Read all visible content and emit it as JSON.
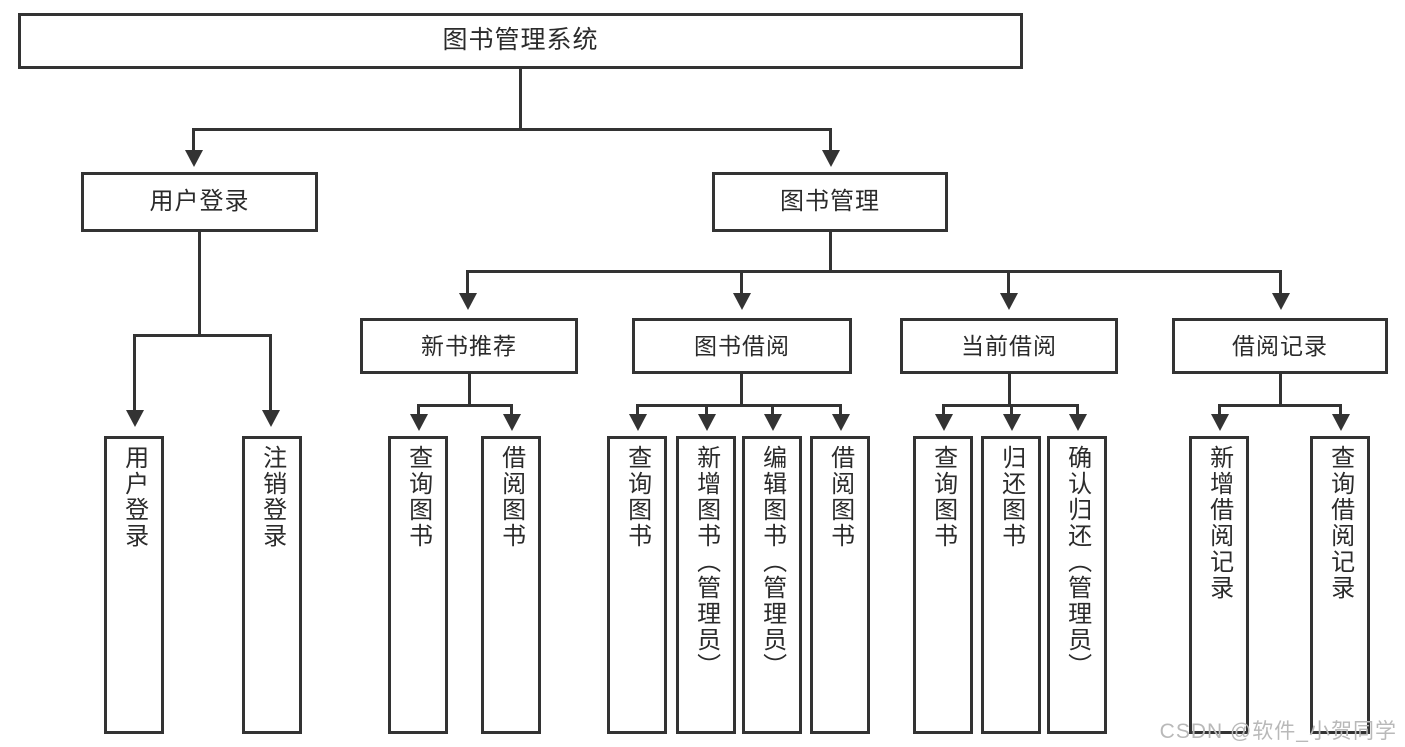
{
  "diagram": {
    "title": "图书管理系统",
    "watermark": "CSDN @软件_小贺同学"
  },
  "nodes": {
    "root": {
      "label": "图书管理系统"
    },
    "level1": [
      {
        "label": "用户登录"
      },
      {
        "label": "图书管理"
      }
    ],
    "level2": [
      {
        "label": "新书推荐"
      },
      {
        "label": "图书借阅"
      },
      {
        "label": "当前借阅"
      },
      {
        "label": "借阅记录"
      }
    ],
    "leaves": {
      "user_login": [
        {
          "label": "用户登录"
        },
        {
          "label": "注销登录"
        }
      ],
      "new_book": [
        {
          "label": "查询图书"
        },
        {
          "label": "借阅图书"
        }
      ],
      "book_borrow": [
        {
          "label": "查询图书"
        },
        {
          "label": "新增图书（管理员）"
        },
        {
          "label": "编辑图书（管理员）"
        },
        {
          "label": "借阅图书"
        }
      ],
      "current_borrow": [
        {
          "label": "查询图书"
        },
        {
          "label": "归还图书"
        },
        {
          "label": "确认归还（管理员）"
        }
      ],
      "borrow_record": [
        {
          "label": "新增借阅记录"
        },
        {
          "label": "查询借阅记录"
        }
      ]
    }
  },
  "chart_data": {
    "type": "table",
    "title": "图书管理系统 功能结构图",
    "hierarchy": [
      {
        "label": "图书管理系统",
        "children": [
          {
            "label": "用户登录",
            "children": [
              {
                "label": "用户登录"
              },
              {
                "label": "注销登录"
              }
            ]
          },
          {
            "label": "图书管理",
            "children": [
              {
                "label": "新书推荐",
                "children": [
                  {
                    "label": "查询图书"
                  },
                  {
                    "label": "借阅图书"
                  }
                ]
              },
              {
                "label": "图书借阅",
                "children": [
                  {
                    "label": "查询图书"
                  },
                  {
                    "label": "新增图书（管理员）"
                  },
                  {
                    "label": "编辑图书（管理员）"
                  },
                  {
                    "label": "借阅图书"
                  }
                ]
              },
              {
                "label": "当前借阅",
                "children": [
                  {
                    "label": "查询图书"
                  },
                  {
                    "label": "归还图书"
                  },
                  {
                    "label": "确认归还（管理员）"
                  }
                ]
              },
              {
                "label": "借阅记录",
                "children": [
                  {
                    "label": "新增借阅记录"
                  },
                  {
                    "label": "查询借阅记录"
                  }
                ]
              }
            ]
          }
        ]
      }
    ]
  }
}
